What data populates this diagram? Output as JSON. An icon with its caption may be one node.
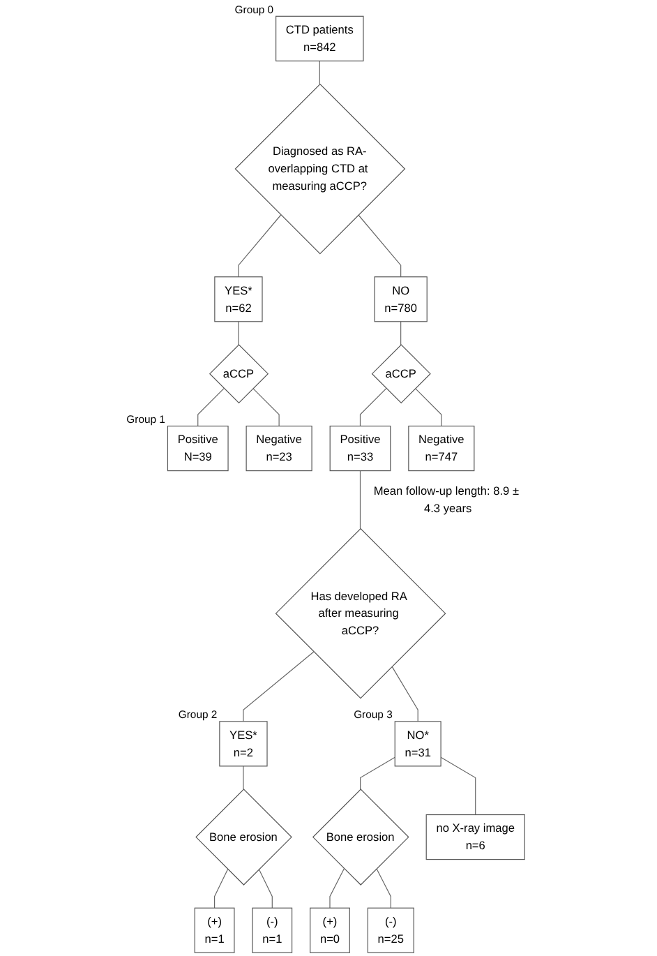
{
  "diagram": {
    "nodes": [
      {
        "text": [
          "CTD patients",
          "n=842"
        ],
        "beside": [
          "Group 0"
        ]
      },
      {
        "text": [
          "Diagnosed as RA-overlapping CTD at measuring aCCP?"
        ]
      },
      {
        "text": [
          "YES*",
          "n=62"
        ]
      },
      {
        "text": [
          "NO",
          "n=780"
        ]
      },
      {
        "text": [
          "aCCP"
        ]
      },
      {
        "text": [
          "aCCP"
        ]
      },
      {
        "text": [
          "Positive",
          "N=39"
        ],
        "beside": [
          "Group 1"
        ]
      },
      {
        "text": [
          "Negative",
          "n=23"
        ]
      },
      {
        "text": [
          "Positive",
          "n=33"
        ]
      },
      {
        "text": [
          "Negative",
          "n=747"
        ]
      },
      {
        "text": [
          "Has developed RA after measuring aCCP?"
        ]
      },
      {
        "text": [
          "YES*",
          "n=2"
        ],
        "beside": [
          "Group 2"
        ]
      },
      {
        "text": [
          "NO*",
          "n=31"
        ],
        "beside": [
          "Group 3"
        ]
      },
      {
        "text": [
          "no X-ray image",
          "n=6"
        ]
      },
      {
        "text": [
          "Bone erosion"
        ]
      },
      {
        "text": [
          "Bone erosion"
        ]
      },
      {
        "text": [
          "(+)",
          "n=1"
        ]
      },
      {
        "text": [
          "(-)",
          "n=1"
        ]
      },
      {
        "text": [
          "(+)",
          "n=0"
        ]
      },
      {
        "text": [
          "(-)",
          "n=25"
        ]
      }
    ],
    "edges": [
      {
        "from": 0,
        "to": 1,
        "arrow": "none"
      },
      {
        "from": 1,
        "to": 2,
        "arrow": "none"
      },
      {
        "from": 1,
        "to": 3,
        "arrow": "none"
      },
      {
        "from": 2,
        "to": 4,
        "arrow": "none"
      },
      {
        "from": 3,
        "to": 5,
        "arrow": "none"
      },
      {
        "from": 4,
        "to": 6,
        "arrow": "none"
      },
      {
        "from": 4,
        "to": 7,
        "arrow": "none"
      },
      {
        "from": 5,
        "to": 8,
        "arrow": "none"
      },
      {
        "from": 5,
        "to": 9,
        "arrow": "none"
      },
      {
        "from": 8,
        "to": 10,
        "arrow": "none",
        "label": "Mean follow-up length: 8.9 ± 4.3 years"
      },
      {
        "from": 10,
        "to": 11,
        "arrow": "none"
      },
      {
        "from": 10,
        "to": 12,
        "arrow": "none"
      },
      {
        "from": 12,
        "to": 15,
        "arrow": "none"
      },
      {
        "from": 12,
        "to": 13,
        "arrow": "none"
      },
      {
        "from": 11,
        "to": 14,
        "arrow": "none"
      },
      {
        "from": 14,
        "to": 16,
        "arrow": "none"
      },
      {
        "from": 14,
        "to": 17,
        "arrow": "none"
      },
      {
        "from": 15,
        "to": 18,
        "arrow": "none"
      },
      {
        "from": 15,
        "to": 19,
        "arrow": "none"
      }
    ]
  }
}
